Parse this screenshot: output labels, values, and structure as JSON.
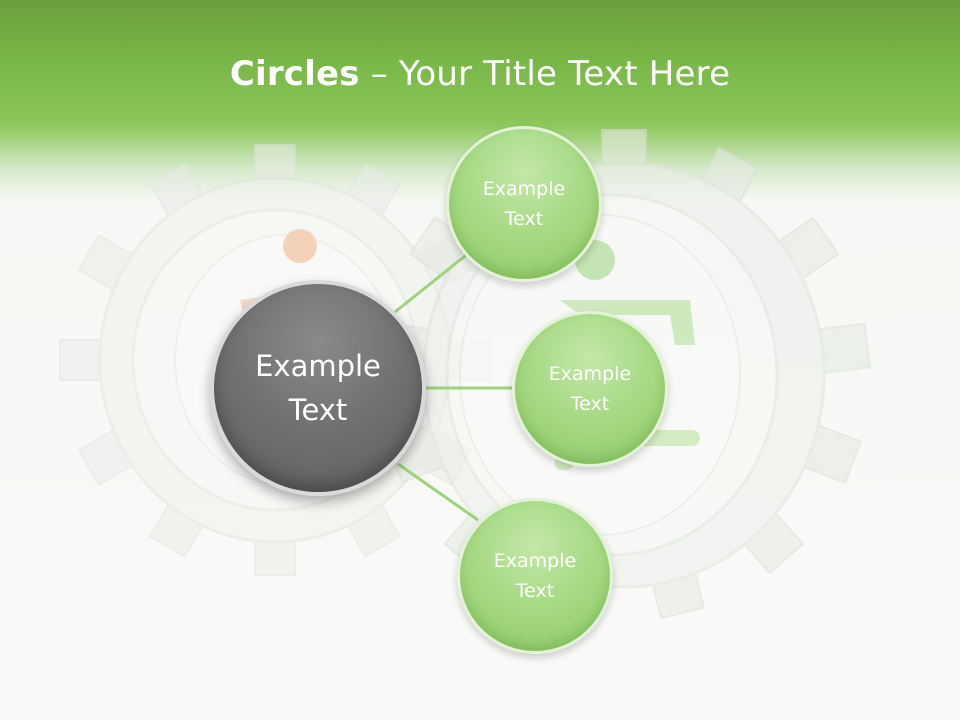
{
  "slide": {
    "title_bold": "Circles",
    "title_rest": " – Your Title Text Here"
  },
  "center": {
    "label": "Example Text"
  },
  "nodes": [
    {
      "label": "Example Text"
    },
    {
      "label": "Example Text"
    },
    {
      "label": "Example Text"
    }
  ],
  "colors": {
    "header_green": "#79b648",
    "node_green": "#a8da86",
    "center_gray": "#6f6f6f",
    "connector": "#9fd27c"
  }
}
